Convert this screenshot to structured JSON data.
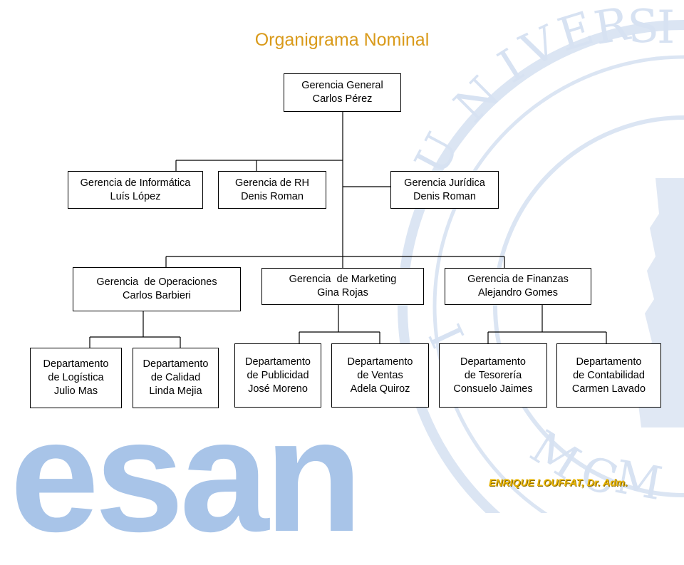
{
  "title": "Organigrama Nominal",
  "author": "ENRIQUE LOUFFAT, Dr. Adm.",
  "brand_logo_text": "esan",
  "seal_letters": "UNIVERSIDAD ESAN MCML",
  "colors": {
    "title": "#d99a1a",
    "author": "#e8b400",
    "brand": "#a8c4e8",
    "seal": "#dbe5f3"
  },
  "nodes": {
    "gerencia_general": {
      "line1": "Gerencia General",
      "line2": "Carlos Pérez"
    },
    "informatica": {
      "line1": "Gerencia de Informática",
      "line2": "Luís López"
    },
    "rh": {
      "line1": "Gerencia de RH",
      "line2": "Denis Roman"
    },
    "juridica": {
      "line1": "Gerencia Jurídica",
      "line2": "Denis Roman"
    },
    "operaciones": {
      "line1": "Gerencia  de Operaciones",
      "line2": "Carlos Barbieri"
    },
    "marketing": {
      "line1": "Gerencia  de Marketing",
      "line2": "Gina Rojas"
    },
    "finanzas": {
      "line1": "Gerencia de Finanzas",
      "line2": "Alejandro Gomes"
    },
    "logistica": {
      "line1": "Departamento",
      "line2": "de Logística",
      "line3": "Julio Mas"
    },
    "calidad": {
      "line1": "Departamento",
      "line2": "de Calidad",
      "line3": "Linda Mejia"
    },
    "publicidad": {
      "line1": "Departamento",
      "line2": "de Publicidad",
      "line3": "José Moreno"
    },
    "ventas": {
      "line1": "Departamento",
      "line2": "de Ventas",
      "line3": "Adela Quiroz"
    },
    "tesoreria": {
      "line1": "Departamento",
      "line2": "de Tesorería",
      "line3": "Consuelo Jaimes"
    },
    "contabilidad": {
      "line1": "Departamento",
      "line2": "de Contabilidad",
      "line3": "Carmen Lavado"
    }
  }
}
